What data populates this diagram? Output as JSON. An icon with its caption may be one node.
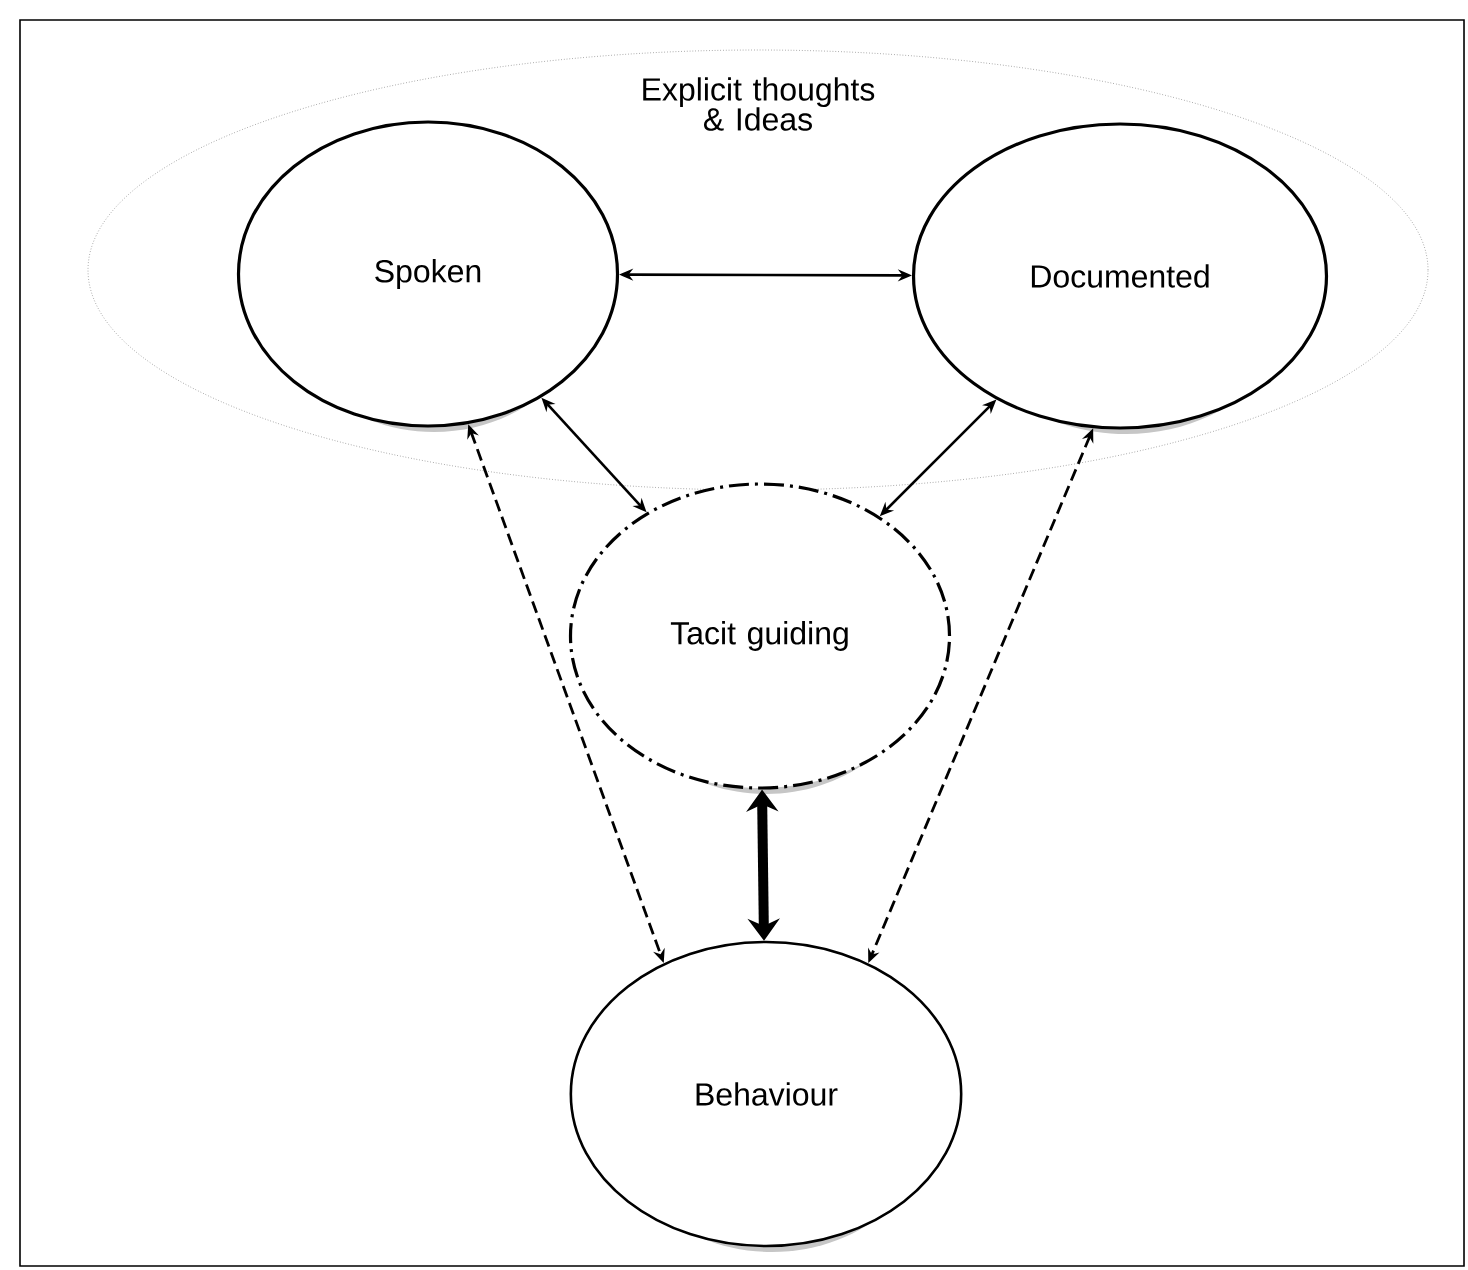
{
  "diagram": {
    "nodes": [
      {
        "text": [
          "Explicit thoughts & Ideas"
        ]
      },
      {
        "text": [
          "Spoken"
        ],
        "in": 0
      },
      {
        "text": [
          "Documented"
        ],
        "in": 0
      },
      {
        "text": [
          "Tacit guiding"
        ]
      },
      {
        "text": [
          "Behaviour"
        ]
      }
    ],
    "edges": [
      {
        "from": 1,
        "to": 2,
        "arrow": "both"
      },
      {
        "from": 1,
        "to": 3,
        "arrow": "both"
      },
      {
        "from": 2,
        "to": 3,
        "arrow": "both"
      },
      {
        "from": 3,
        "to": 4,
        "arrow": "both",
        "style": "thick"
      },
      {
        "from": 1,
        "to": 4,
        "arrow": "both",
        "style": "dashed"
      },
      {
        "from": 2,
        "to": 4,
        "arrow": "both",
        "style": "dashed"
      }
    ]
  }
}
